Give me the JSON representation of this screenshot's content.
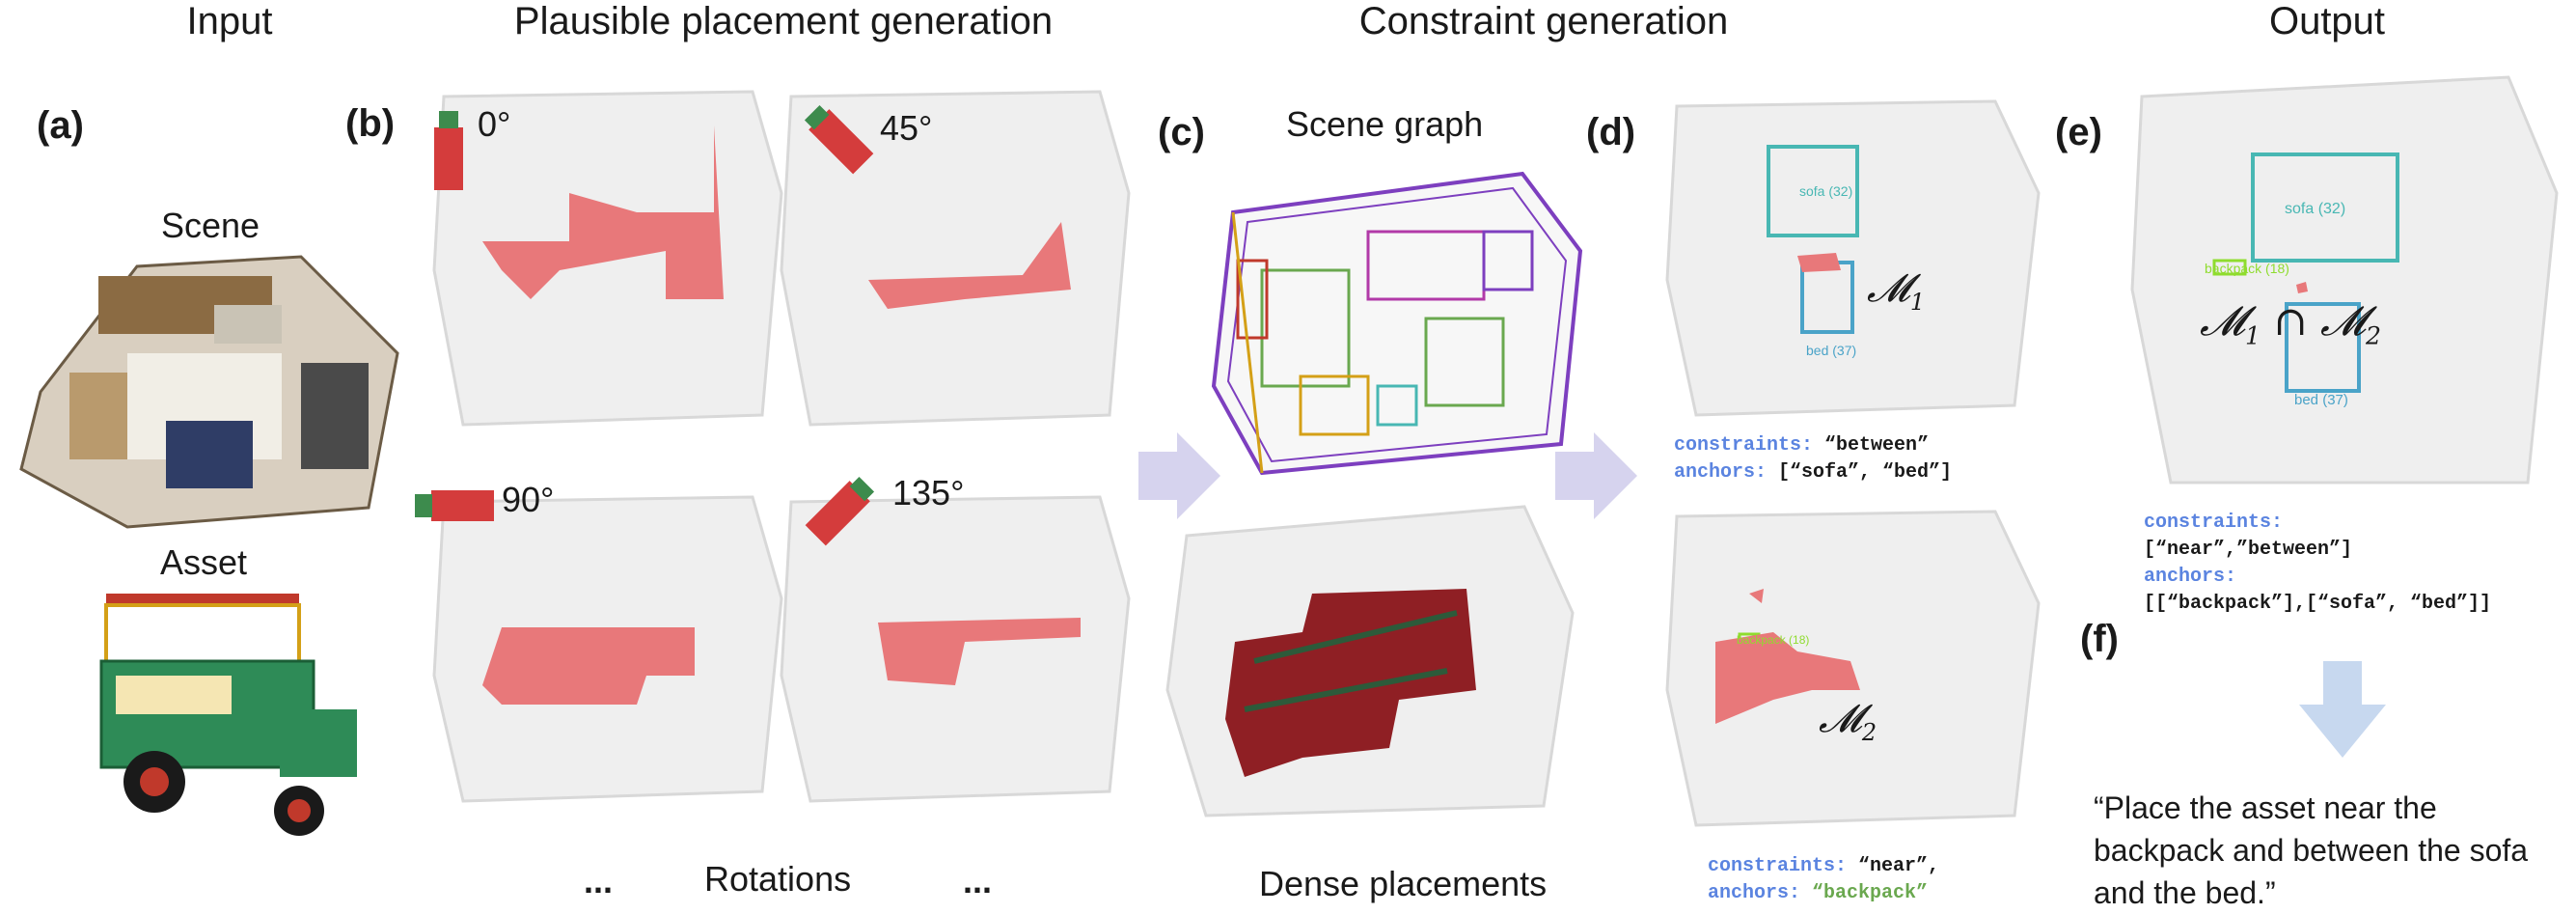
{
  "headers": {
    "input": "Input",
    "plausible": "Plausible placement generation",
    "constraint": "Constraint generation",
    "output": "Output"
  },
  "panel_labels": {
    "a": "(a)",
    "b": "(b)",
    "c": "(c)",
    "d": "(d)",
    "e": "(e)",
    "f": "(f)"
  },
  "input": {
    "scene_label": "Scene",
    "asset_label": "Asset"
  },
  "rotations": {
    "angles": [
      "0°",
      "45°",
      "90°",
      "135°"
    ],
    "caption": "Rotations",
    "ellipsis": "..."
  },
  "scene_graph": {
    "title": "Scene graph",
    "dense_caption": "Dense placements"
  },
  "constraints_d1": {
    "constraints_key": "constraints:",
    "constraints_value": "“between”",
    "anchors_key": "anchors:",
    "anchors_value": "[“sofa”, “bed”]",
    "box_labels": [
      "sofa (32)",
      "bed (37)"
    ],
    "mask": "M1"
  },
  "constraints_d2": {
    "constraints_key": "constraints:",
    "constraints_value": "“near”,",
    "anchors_key": "anchors:",
    "anchors_value": "“backpack”",
    "box_labels": [
      "backpack (18)"
    ],
    "mask": "M2"
  },
  "output": {
    "box_labels": [
      "sofa (32)",
      "backpack (18)",
      "bed (37)"
    ],
    "mask": "M1 ∩ M2",
    "constraints_key": "constraints:",
    "constraints_value": "[“near”,”between”]",
    "anchors_key": "anchors:",
    "anchors_value": "[[“backpack”],[“sofa”, “bed”]]",
    "quote": "“Place the asset near the backpack and between the sofa and the bed.”"
  },
  "colors": {
    "mask": "#e8787a",
    "arrow": "#d6d3ee",
    "down_arrow": "#c7d8ef",
    "sofa_box": "#48b7b3",
    "bed_box": "#4aa3c8",
    "backpack_box": "#8fdc2e"
  }
}
